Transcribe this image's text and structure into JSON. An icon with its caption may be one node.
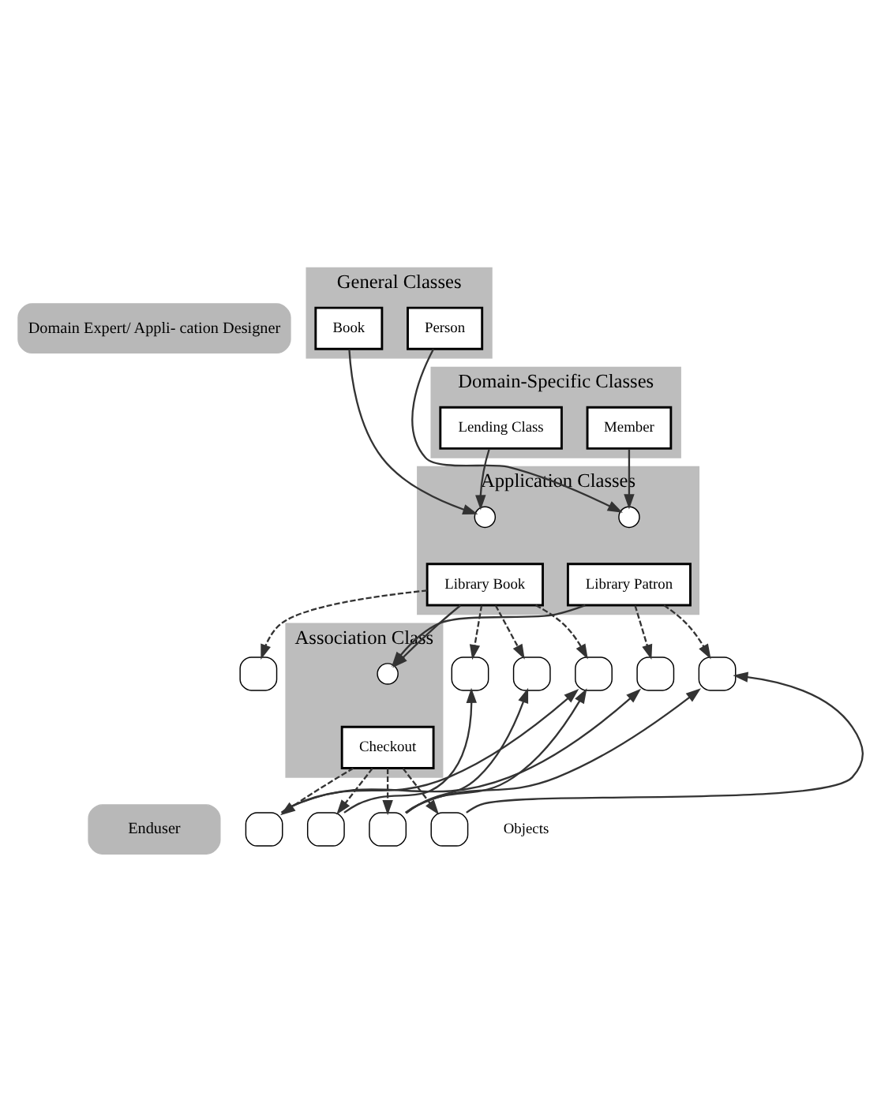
{
  "diagram": {
    "nodes": [
      {
        "text": [
          "Domain Expert/ Appli- cation Designer"
        ]
      },
      {
        "text": [
          "Enduser"
        ]
      },
      {
        "text": [
          "General Classes"
        ]
      },
      {
        "text": [
          "Book"
        ],
        "in": 2
      },
      {
        "text": [
          "Person"
        ],
        "in": 2
      },
      {
        "text": [
          "Domain-Specific Classes"
        ]
      },
      {
        "text": [
          "Lending Class"
        ],
        "in": 5
      },
      {
        "text": [
          "Member"
        ],
        "in": 5
      },
      {
        "text": [
          "Application Classes"
        ]
      },
      {
        "text": [],
        "shape": "circle",
        "in": 8
      },
      {
        "text": [],
        "shape": "circle",
        "in": 8
      },
      {
        "text": [
          "Library Book"
        ],
        "in": 8
      },
      {
        "text": [
          "Library Patron"
        ],
        "in": 8
      },
      {
        "text": [
          "Association Class"
        ]
      },
      {
        "text": [],
        "shape": "circle",
        "in": 13
      },
      {
        "text": [
          "Checkout"
        ],
        "in": 13
      },
      {
        "text": [],
        "shape": "box"
      },
      {
        "text": [],
        "shape": "box"
      },
      {
        "text": [],
        "shape": "box"
      },
      {
        "text": [],
        "shape": "box"
      },
      {
        "text": [],
        "shape": "box"
      },
      {
        "text": [],
        "shape": "box"
      },
      {
        "text": [],
        "shape": "box"
      },
      {
        "text": [],
        "shape": "box"
      },
      {
        "text": [],
        "shape": "box"
      },
      {
        "text": [],
        "shape": "box"
      }
    ],
    "edges": [
      {
        "from": 3,
        "to": 9,
        "arrow": "to"
      },
      {
        "from": 6,
        "to": 9,
        "arrow": "to"
      },
      {
        "from": 7,
        "to": 10,
        "arrow": "to"
      },
      {
        "from": 4,
        "to": 10,
        "arrow": "to"
      },
      {
        "from": 11,
        "to": 14,
        "arrow": "to"
      },
      {
        "from": 12,
        "to": 14,
        "arrow": "to"
      },
      {
        "from": 11,
        "to": 16,
        "arrow": "to",
        "style": "dashed"
      },
      {
        "from": 11,
        "to": 17,
        "arrow": "to",
        "style": "dashed"
      },
      {
        "from": 11,
        "to": 18,
        "arrow": "to",
        "style": "dashed"
      },
      {
        "from": 11,
        "to": 19,
        "arrow": "to",
        "style": "dashed"
      },
      {
        "from": 12,
        "to": 20,
        "arrow": "to",
        "style": "dashed"
      },
      {
        "from": 12,
        "to": 21,
        "arrow": "to",
        "style": "dashed"
      },
      {
        "from": 15,
        "to": 22,
        "arrow": "to",
        "style": "dashed"
      },
      {
        "from": 15,
        "to": 23,
        "arrow": "to",
        "style": "dashed"
      },
      {
        "from": 15,
        "to": 24,
        "arrow": "to",
        "style": "dashed"
      },
      {
        "from": 15,
        "to": 25,
        "arrow": "to",
        "style": "dashed"
      },
      {
        "from": 23,
        "to": 17,
        "arrow": "to"
      },
      {
        "from": 22,
        "to": 19,
        "arrow": "to"
      },
      {
        "from": 24,
        "to": 19,
        "arrow": "to"
      },
      {
        "from": 24,
        "to": 18,
        "arrow": "to"
      },
      {
        "from": 22,
        "to": 20,
        "arrow": "to"
      },
      {
        "from": 24,
        "to": 21,
        "arrow": "to"
      },
      {
        "from": 25,
        "to": 21,
        "arrow": "to"
      }
    ],
    "labels": [
      "Objects"
    ]
  }
}
